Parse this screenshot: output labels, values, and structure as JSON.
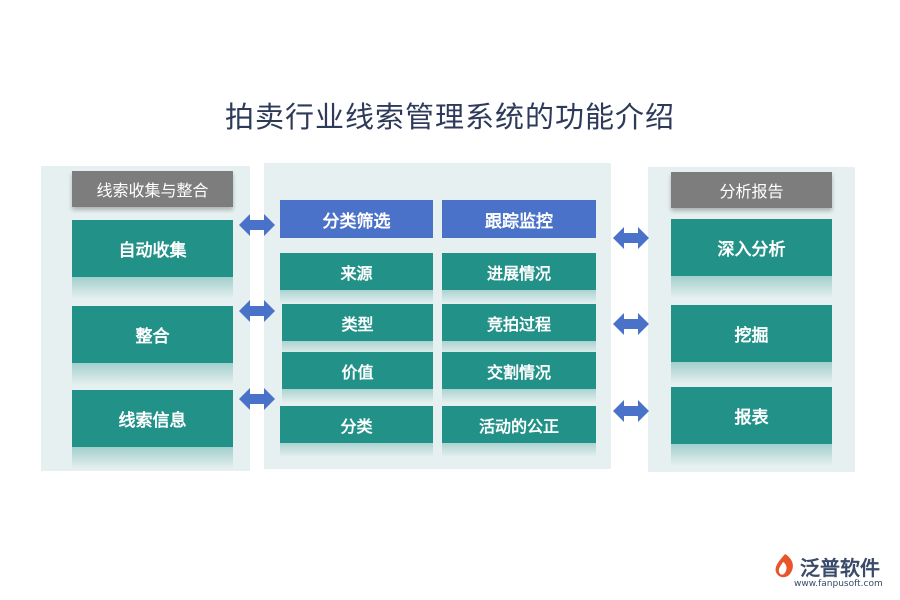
{
  "title": "拍卖行业线索管理系统的功能介绍",
  "left": {
    "header": "线索收集与整合",
    "items": [
      "自动收集",
      "整合",
      "线索信息"
    ]
  },
  "middle": {
    "col1_header": "分类筛选",
    "col2_header": "跟踪监控",
    "col1_items": [
      "来源",
      "类型",
      "价值",
      "分类"
    ],
    "col2_items": [
      "进展情况",
      "竞拍过程",
      "交割情况",
      "活动的公正"
    ]
  },
  "right": {
    "header": "分析报告",
    "items": [
      "深入分析",
      "挖掘",
      "报表"
    ]
  },
  "logo": {
    "name": "泛普软件",
    "url": "www.fanpusoft.com"
  },
  "colors": {
    "teal": "#229188",
    "blue": "#4a72c8",
    "gray": "#7d7d7d",
    "arrow": "#4a72c8"
  }
}
